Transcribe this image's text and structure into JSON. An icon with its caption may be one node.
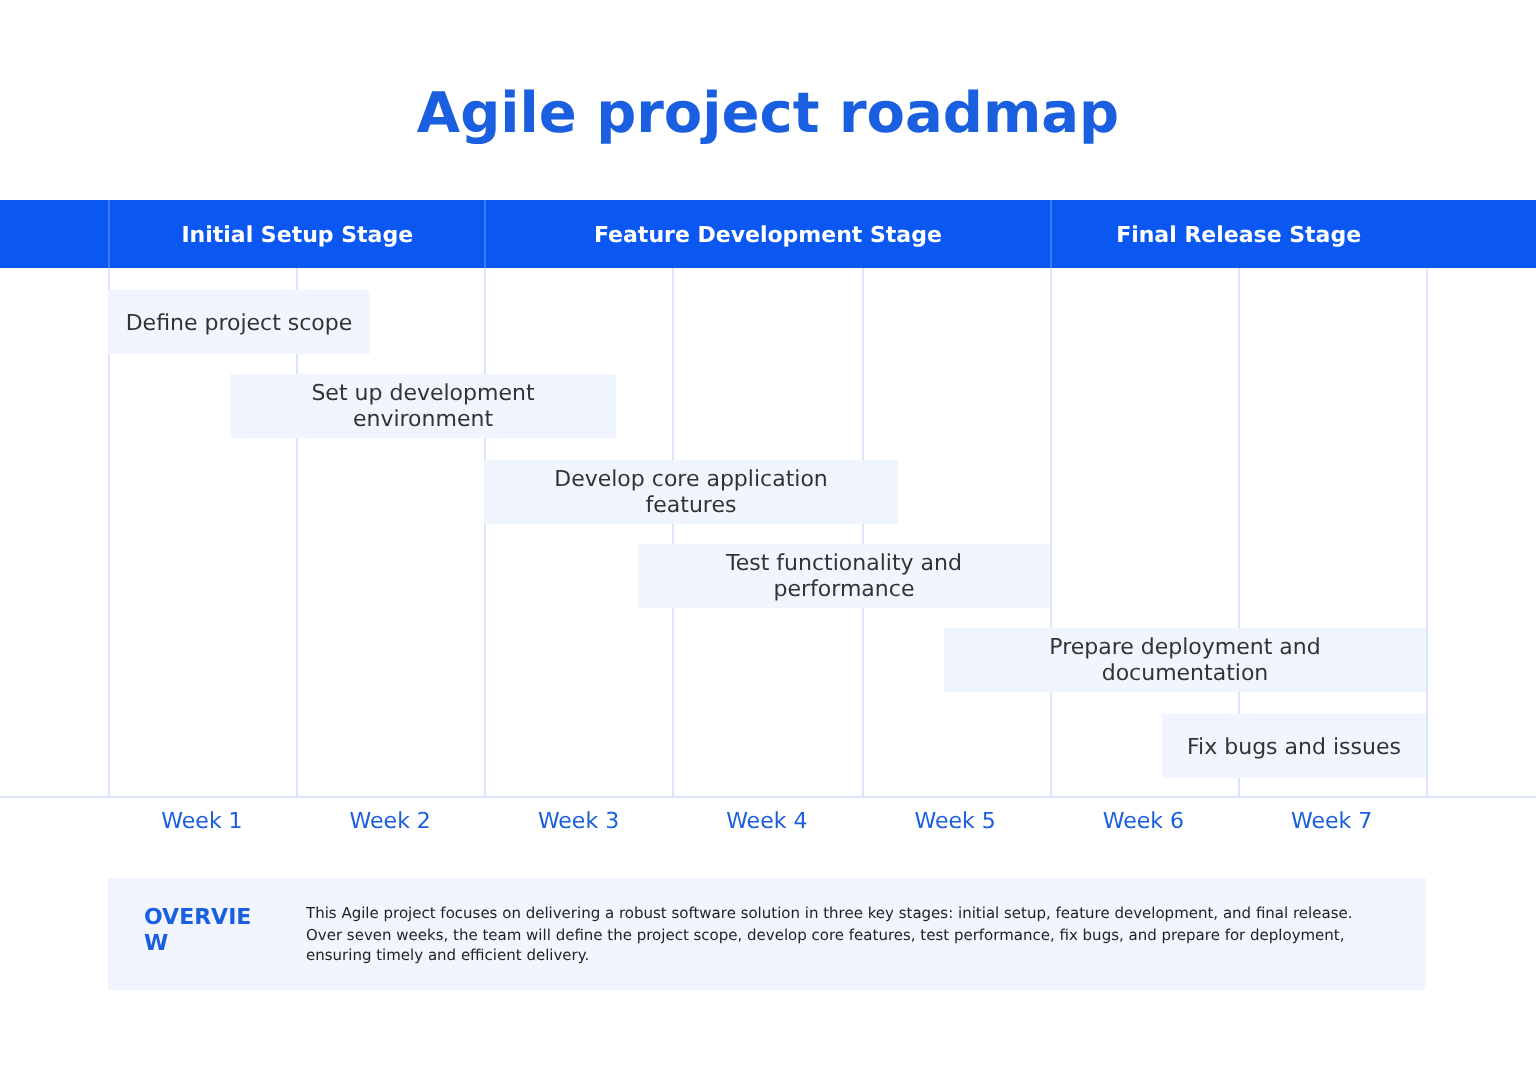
{
  "diagram": {
    "title": "Agile project roadmap",
    "nodes": [
      {
        "text": [
          "Initial Setup Stage"
        ]
      },
      {
        "text": [
          "Feature Development Stage"
        ]
      },
      {
        "text": [
          "Final Release Stage"
        ]
      },
      {
        "text": [
          "Define project scope"
        ]
      },
      {
        "text": [
          "Set up development environment"
        ]
      },
      {
        "text": [
          "Develop core application features"
        ]
      },
      {
        "text": [
          "Test functionality and performance"
        ]
      },
      {
        "text": [
          "Prepare deployment and documentation"
        ]
      },
      {
        "text": [
          "Fix bugs and issues"
        ]
      },
      {
        "text": [
          "OVERVIEW",
          "This Agile project focuses on delivering a robust software solution in three key stages: initial setup, feature development, and final release. Over seven weeks, the team will define the project scope, develop core features, test performance, fix bugs, and prepare for deployment, ensuring timely and efficient delivery."
        ]
      }
    ],
    "edges": [],
    "labels": [
      "Week 1",
      "Week 2",
      "Week 3",
      "Week 4",
      "Week 5",
      "Week 6",
      "Week 7"
    ]
  }
}
